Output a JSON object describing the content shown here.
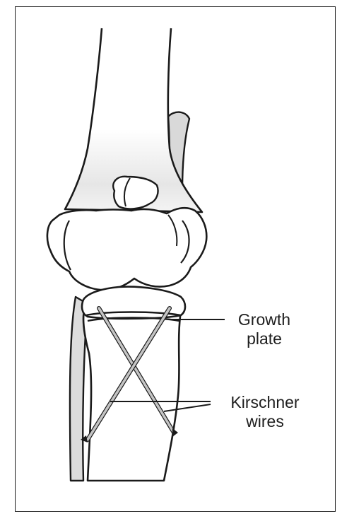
{
  "labels": {
    "growth_plate": {
      "line1": "Growth",
      "line2": "plate"
    },
    "kirschner_wires": {
      "line1": "Kirschner",
      "line2": "wires"
    }
  },
  "colors": {
    "outline": "#1a1a1a",
    "bone_shading": "#dcdcdc",
    "wire": "#c4c4c4",
    "background": "#ffffff"
  }
}
